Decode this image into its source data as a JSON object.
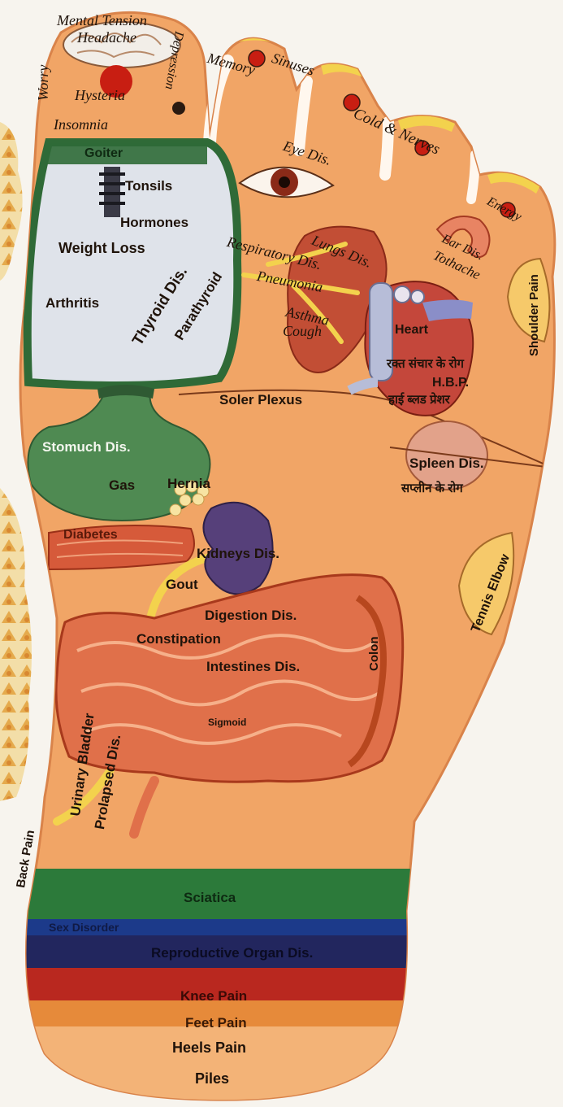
{
  "colors": {
    "background": "#f7f4ee",
    "foot_skin": "#f1a566",
    "foot_outline": "#d9834a",
    "thyroid_panel": "#dfe3ea",
    "thyroid_border": "#2f6a37",
    "stomach": "#4f8a52",
    "heart": "#c4473b",
    "lungs": "#c24e35",
    "intestines": "#e0704a",
    "kidney": "#56407a",
    "red_point": "#c81e12",
    "band_green": "#2c7a3a",
    "band_blue": "#22265e",
    "band_red": "#b9281f",
    "band_orange": "#e68a3a",
    "left_decoration": "#e3a23a"
  },
  "labels": {
    "mental_tension": "Mental Tension",
    "headache": "Headache",
    "worry": "Worry",
    "hysteria": "Hysteria",
    "depression": "Depression",
    "insomnia": "Insomnia",
    "memory": "Memory",
    "sinuses": "Sinuses",
    "cold_nerves": "Cold & Nerves",
    "energy": "Energy",
    "eye_dis": "Eye Dis.",
    "ear_dis": "Ear Dis.",
    "tothache": "Tothache",
    "goiter": "Goiter",
    "tonsils": "Tonsils",
    "hormones": "Hormones",
    "weight_loss": "Weight Loss",
    "arthritis": "Arthritis",
    "thyroid_dis": "Thyroid Dis.",
    "parathyroid": "Parathyroid",
    "respiratory_dis": "Respiratory Dis.",
    "lungs_dis": "Lungs Dis.",
    "pneumonia": "Pneumonia",
    "asthma": "Asthma",
    "cough": "Cough",
    "heart": "Heart",
    "circulation_hindi": "रक्त संचार के रोग",
    "hbp": "H.B.P.",
    "hbp_hindi": "हाई ब्लड प्रेशर",
    "shoulder_pain": "Shoulder Pain",
    "solar_plexus": "Soler Plexus",
    "stomach_dis": "Stomuch Dis.",
    "spleen_dis": "Spleen Dis.",
    "spleen_hindi": "सप्लीन के रोग",
    "gas": "Gas",
    "hernia": "Hernia",
    "diabetes": "Diabetes",
    "kidneys_dis": "Kidneys Dis.",
    "gout": "Gout",
    "tennis_elbow": "Tennis Elbow",
    "digestion_dis": "Digestion Dis.",
    "constipation": "Constipation",
    "intestines_dis": "Intestines Dis.",
    "colon": "Colon",
    "sigmoid": "Sigmoid",
    "urinary_bladder": "Urinary Bladder",
    "prolapsed_dis": "Prolapsed Dis.",
    "back_pain": "Back Pain",
    "sciatica": "Sciatica",
    "sex_disorder": "Sex Disorder",
    "reproductive_organ_dis": "Reproductive Organ Dis.",
    "knee_pain": "Knee Pain",
    "feet_pain": "Feet Pain",
    "heels_pain": "Heels Pain",
    "piles": "Piles"
  }
}
